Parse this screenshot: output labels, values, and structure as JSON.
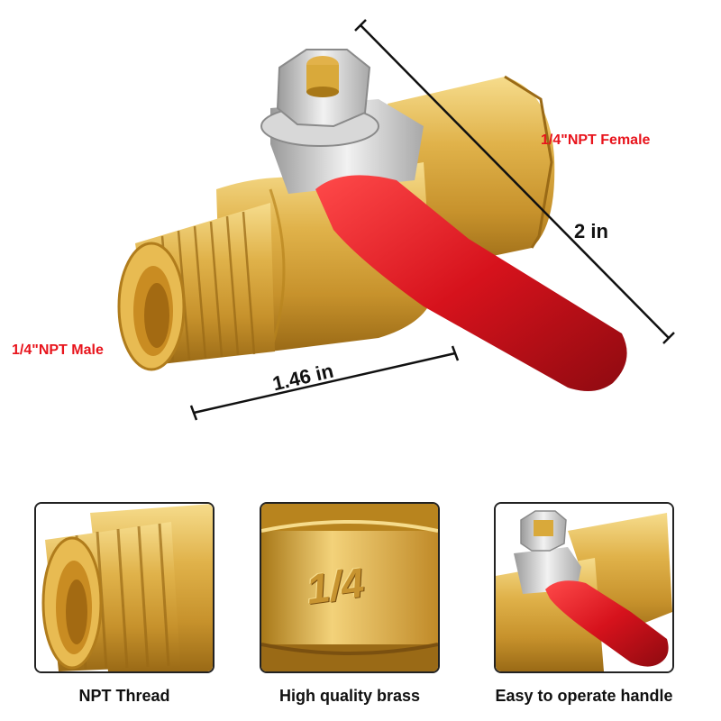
{
  "labels": {
    "female_port": "1/4\"NPT Female",
    "male_port": "1/4\"NPT Male",
    "height_dim": "2 in",
    "length_dim": "1.46 in"
  },
  "thumbnails": [
    {
      "caption": "NPT Thread",
      "icon": "npt-thread-closeup"
    },
    {
      "caption": "High quality brass",
      "icon": "brass-body-closeup",
      "engraving": "1/4"
    },
    {
      "caption": "Easy to operate handle",
      "icon": "handle-closeup"
    }
  ],
  "colors": {
    "brass": "#d9a93a",
    "brass_dark": "#a87818",
    "brass_light": "#f3d27a",
    "handle_red": "#d6121c",
    "label_red": "#e8141c",
    "steel": "#d4d4d4"
  }
}
